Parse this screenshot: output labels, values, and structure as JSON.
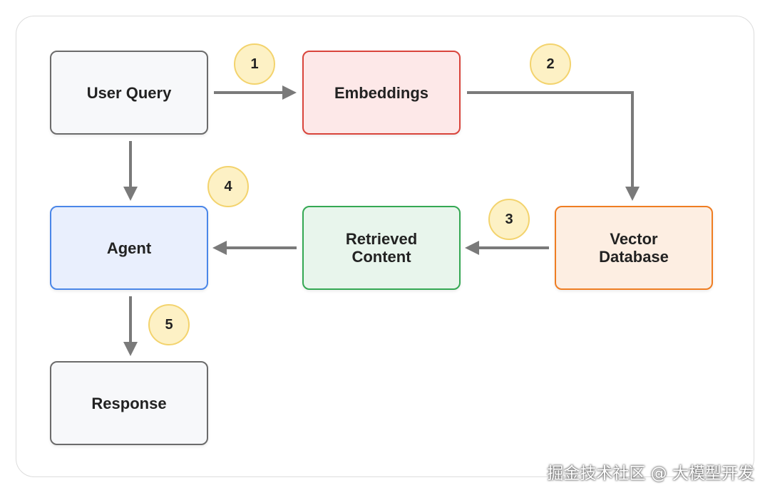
{
  "nodes": {
    "user_query": {
      "label": "User Query",
      "fill": "#f7f8fa",
      "stroke": "#6b6b6b"
    },
    "embeddings": {
      "label": "Embeddings",
      "fill": "#fde8e8",
      "stroke": "#d9443b"
    },
    "vector_db": {
      "label": "Vector\nDatabase",
      "fill": "#fdeee2",
      "stroke": "#ef7d22"
    },
    "retrieved": {
      "label": "Retrieved\nContent",
      "fill": "#e8f5ec",
      "stroke": "#34a853"
    },
    "agent": {
      "label": "Agent",
      "fill": "#e9effd",
      "stroke": "#4a86e8"
    },
    "response": {
      "label": "Response",
      "fill": "#f7f8fa",
      "stroke": "#6b6b6b"
    }
  },
  "steps": [
    "1",
    "2",
    "3",
    "4",
    "5"
  ],
  "colors": {
    "arrow": "#7a7a7a",
    "badge_fill": "#fdf1c5",
    "badge_stroke": "#f3d36d"
  },
  "watermark": "掘金技术社区 @ 大模型开发"
}
